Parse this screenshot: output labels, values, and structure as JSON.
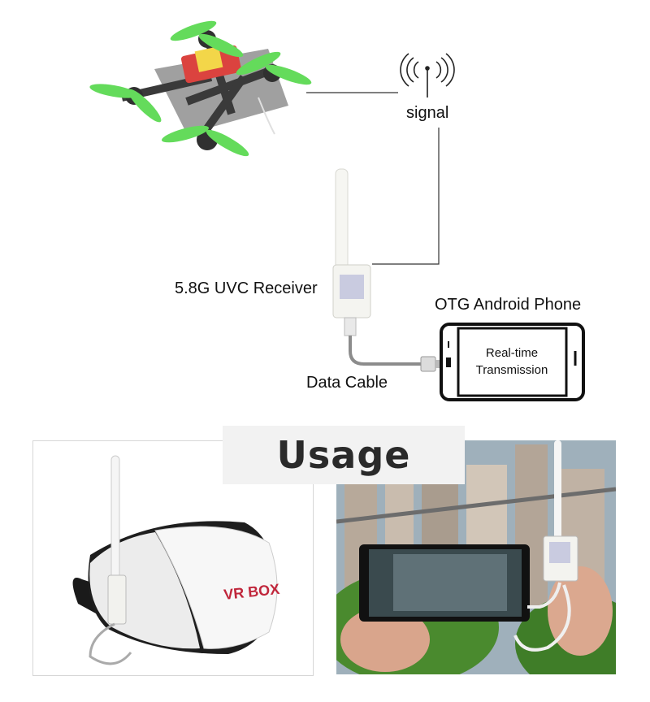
{
  "labels": {
    "signal": "signal",
    "receiver": "5.8G UVC Receiver",
    "phone": "OTG Android Phone",
    "screen_line1": "Real-time",
    "screen_line2": "Transmission",
    "cable": "Data Cable",
    "usage": "Usage",
    "vr_brand": "VR BOX"
  },
  "colors": {
    "propeller": "#57d84e",
    "frame": "#222222",
    "battery": "#d8342f",
    "battery_tape": "#f2d33a",
    "line": "#333333",
    "device": "#f4f4f0"
  },
  "icons": {
    "antenna": "antenna-signal-icon",
    "usb": "usb-icon"
  }
}
